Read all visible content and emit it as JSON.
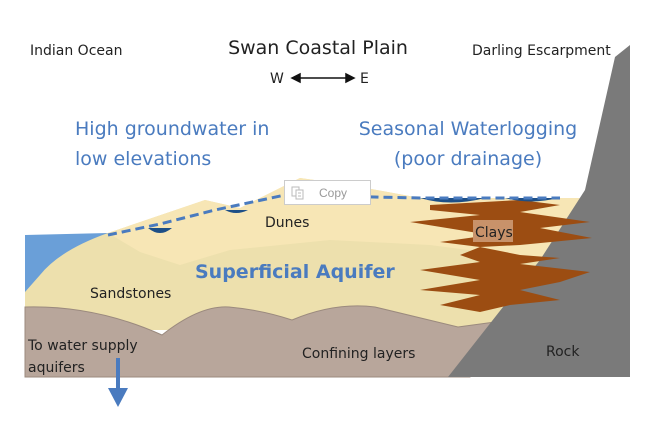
{
  "labels": {
    "indian_ocean": "Indian Ocean",
    "title": "Swan Coastal Plain",
    "west": "W",
    "east": "E",
    "darling": "Darling Escarpment",
    "high_gw_1": "High groundwater in",
    "high_gw_2": "low elevations",
    "seasonal_1": "Seasonal Waterlogging",
    "seasonal_2": "(poor drainage)",
    "dunes": "Dunes",
    "clays": "Clays",
    "aquifer": "Superficial Aquifer",
    "sandstones": "Sandstones",
    "supply_1": "To water supply",
    "supply_2": "aquifers",
    "confining": "Confining layers",
    "rock": "Rock"
  },
  "context_menu": {
    "copy": "Copy"
  },
  "colors": {
    "ocean": "#6a9fd8",
    "sand_light": "#f7e6b5",
    "sand": "#ede0ad",
    "confining": "#b8a69b",
    "rock": "#7a7a7a",
    "clay": "#9c4d12",
    "text_blue": "#4a7bbf"
  }
}
